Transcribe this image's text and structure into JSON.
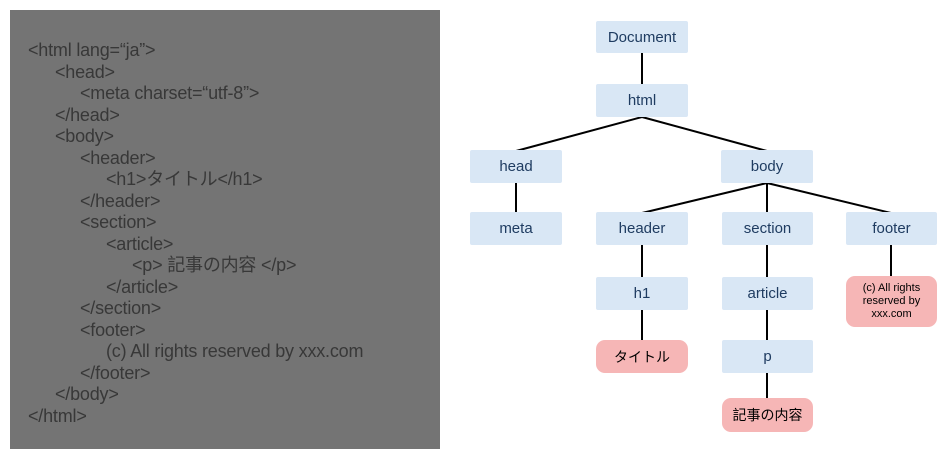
{
  "code_panel": {
    "lines": [
      {
        "indent": 0,
        "text": "<html lang=“ja”>"
      },
      {
        "indent": 1,
        "text": "<head>"
      },
      {
        "indent": 2,
        "text": "<meta charset=“utf-8”>"
      },
      {
        "indent": 1,
        "text": "</head>"
      },
      {
        "indent": 1,
        "text": "<body>"
      },
      {
        "indent": 2,
        "text": "<header>"
      },
      {
        "indent": 3,
        "text": "<h1>タイトル</h1>"
      },
      {
        "indent": 2,
        "text": "</header>"
      },
      {
        "indent": 2,
        "text": "<section>"
      },
      {
        "indent": 3,
        "text": "<article>"
      },
      {
        "indent": 4,
        "text": "<p> 記事の内容 </p>"
      },
      {
        "indent": 3,
        "text": "</article>"
      },
      {
        "indent": 2,
        "text": "</section>"
      },
      {
        "indent": 2,
        "text": "<footer>"
      },
      {
        "indent": 3,
        "text": "(c) All rights reserved by xxx.com"
      },
      {
        "indent": 2,
        "text": "</footer>"
      },
      {
        "indent": 1,
        "text": "</body>"
      },
      {
        "indent": 0,
        "text": "</html>"
      }
    ]
  },
  "tree": {
    "nodes": {
      "document": {
        "label": "Document",
        "kind": "element"
      },
      "html": {
        "label": "html",
        "kind": "element"
      },
      "head": {
        "label": "head",
        "kind": "element"
      },
      "body": {
        "label": "body",
        "kind": "element"
      },
      "meta": {
        "label": "meta",
        "kind": "element"
      },
      "header": {
        "label": "header",
        "kind": "element"
      },
      "section": {
        "label": "section",
        "kind": "element"
      },
      "footer": {
        "label": "footer",
        "kind": "element"
      },
      "h1": {
        "label": "h1",
        "kind": "element"
      },
      "article": {
        "label": "article",
        "kind": "element"
      },
      "p": {
        "label": "p",
        "kind": "element"
      },
      "title_text": {
        "label": "タイトル",
        "kind": "text"
      },
      "content_text": {
        "label": "記事の内容",
        "kind": "text"
      },
      "footer_text": {
        "label": "(c) All rights reserved by xxx.com",
        "kind": "text"
      }
    },
    "edges": [
      "document-html",
      "html-head",
      "html-body",
      "head-meta",
      "body-header",
      "body-section",
      "body-footer",
      "header-h1",
      "h1-title_text",
      "section-article",
      "article-p",
      "p-content_text",
      "footer-footer_text"
    ]
  },
  "colors": {
    "code_panel_bg": "#747474",
    "code_text": "#383838",
    "element_box_fill": "#d9e7f5",
    "element_label": "#1f3c61",
    "text_box_fill": "#f6b6b6",
    "text_label": "#000000",
    "edge": "#000000",
    "page_bg": "#ffffff"
  }
}
